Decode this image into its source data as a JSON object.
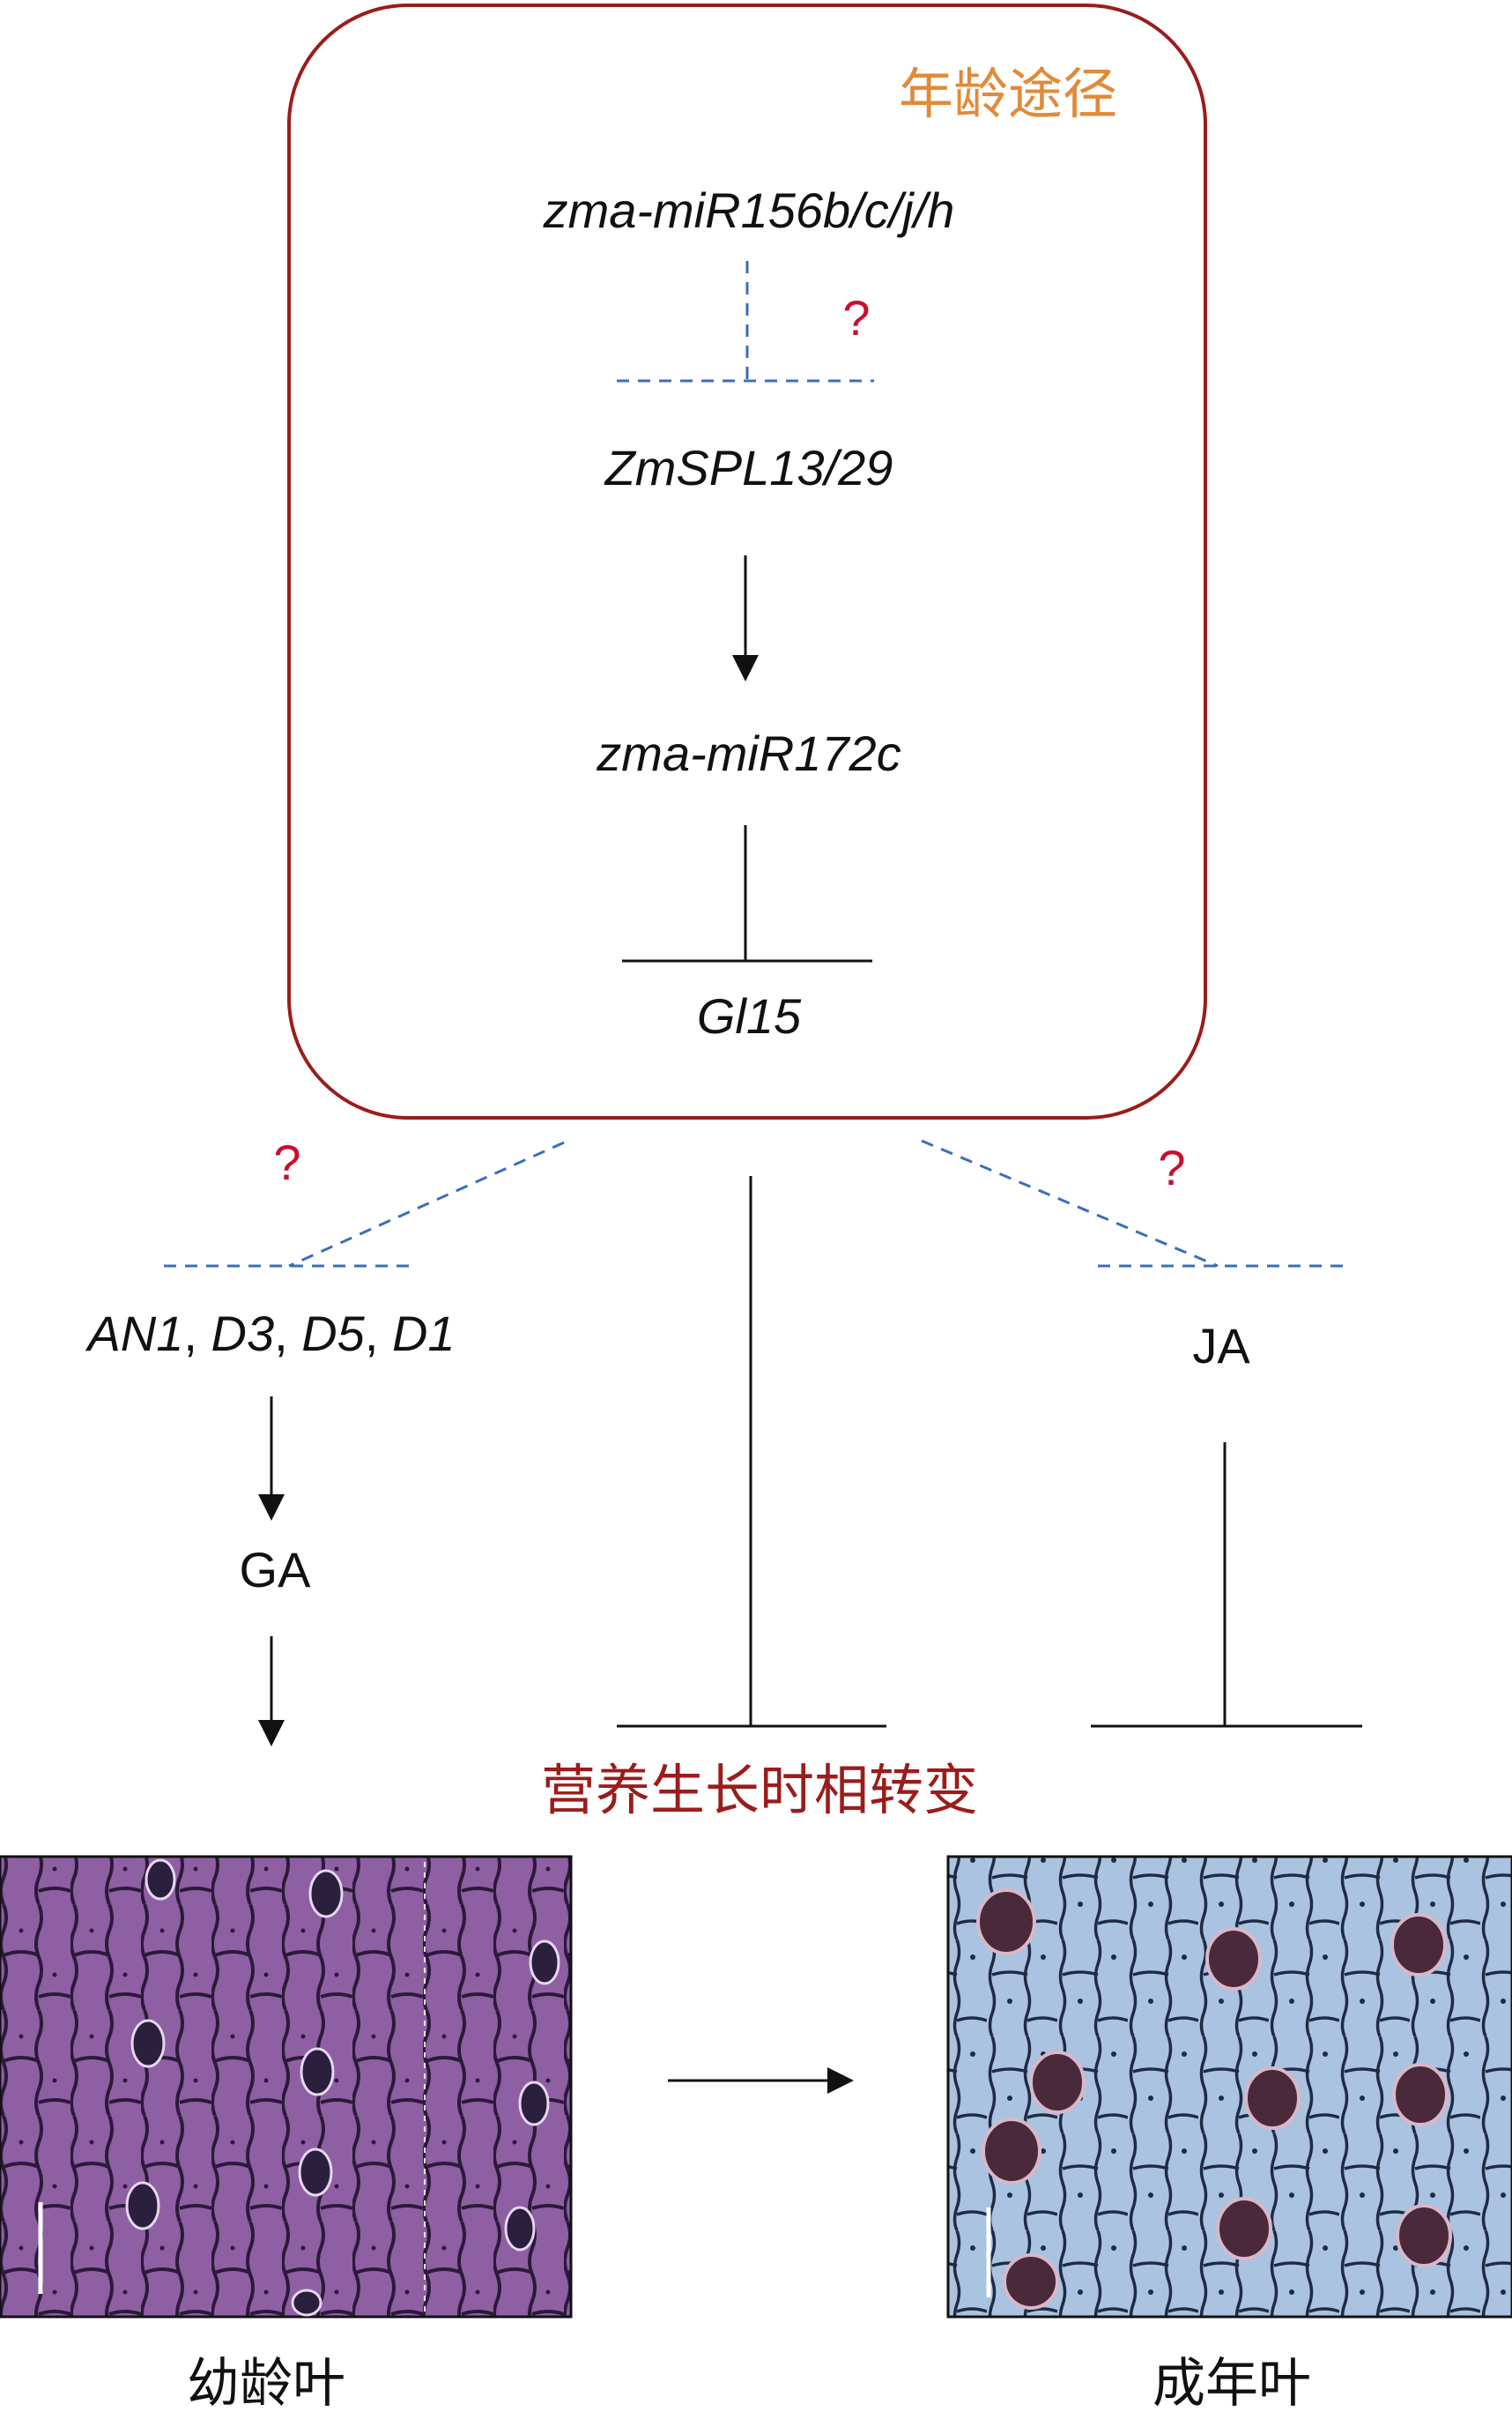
{
  "colors": {
    "box_border": "#9b1c1c",
    "box_title": "#e08a3a",
    "dashed": "#3a6fb8",
    "question": "#c8102e",
    "phase_label": "#9b1c1c",
    "juvenile_leaf_bg": "#8e5fa3",
    "adult_leaf_bg": "#a9c3e0"
  },
  "box": {
    "title": "年龄途径"
  },
  "nodes": {
    "mir156": "zma-miR156b/c/j/h",
    "spl": "ZmSPL13/29",
    "mir172": "zma-miR172c",
    "gl15": "Gl15",
    "an1": "AN1",
    "d3": "D3",
    "d5": "D5",
    "d1": "D1",
    "sep": ", ",
    "ga": "GA",
    "ja": "JA"
  },
  "question_mark": "?",
  "phase_change": "营养生长时相转变",
  "images": {
    "juvenile_label": "幼龄叶",
    "adult_label": "成年叶"
  }
}
